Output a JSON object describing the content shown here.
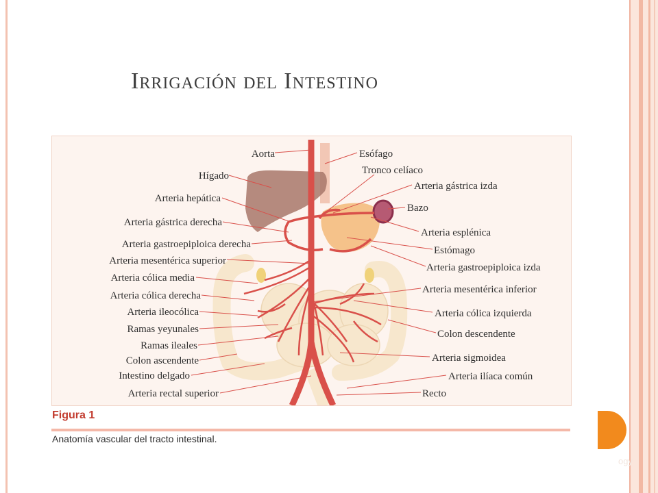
{
  "slide": {
    "title": "Irrigación del Intestino",
    "caption_title": "Figura 1",
    "caption_text": "Anatomía vascular del tracto intestinal.",
    "faint_text": "ogy"
  },
  "diagram": {
    "labels_left": [
      "Aorta",
      "Hígado",
      "Arteria hepática",
      "Arteria gástrica derecha",
      "Arteria gastroepiploica derecha",
      "Arteria mesentérica superior",
      "Arteria cólica media",
      "Arteria cólica derecha",
      "Arteria ileocólica",
      "Ramas yeyunales",
      "Ramas ileales",
      "Colon ascendente",
      "Intestino delgado",
      "Arteria rectal superior"
    ],
    "labels_right": [
      "Esófago",
      "Tronco celíaco",
      "Arteria gástrica izda",
      "Bazo",
      "Arteria esplénica",
      "Estómago",
      "Arteria gastroepiploica izda",
      "Arteria mesentérica inferior",
      "Arteria cólica izquierda",
      "Colon descendente",
      "Arteria sigmoidea",
      "Arteria ilíaca común",
      "Recto"
    ]
  },
  "colors": {
    "artery": "#d9504a",
    "liver": "#a8776a",
    "stomach": "#f5c28a",
    "intestine": "#f7e7cd",
    "title": "#3c3c3c",
    "accent": "#f28a1d"
  }
}
